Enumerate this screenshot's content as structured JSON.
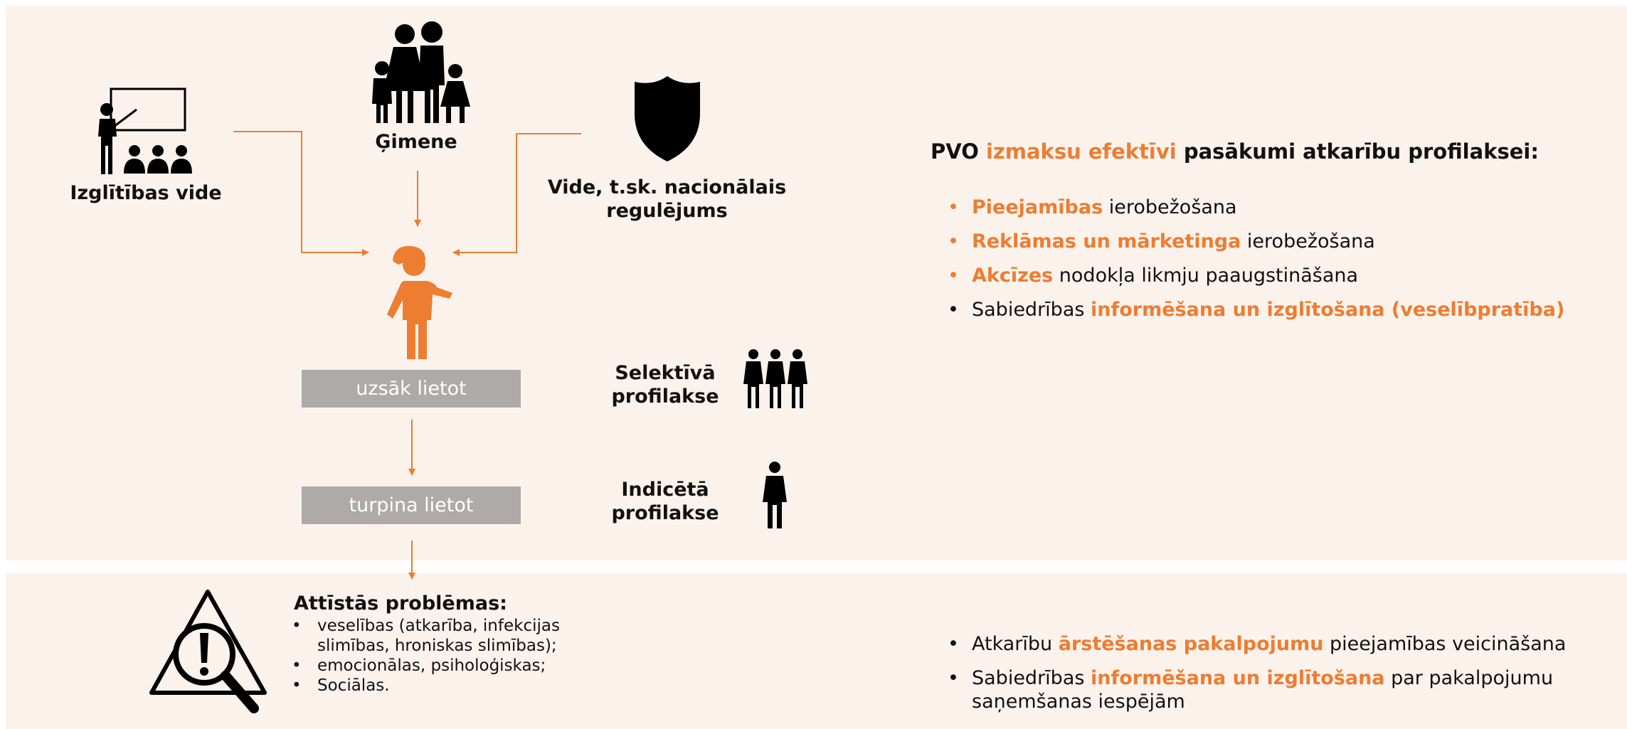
{
  "colors": {
    "accent": "#ed7d31",
    "panel_bg": "#fcf2ec",
    "box_bg": "#aeaaaa",
    "icon": "#000000"
  },
  "sources": {
    "education": "Izglītības vide",
    "family": "Ģimene",
    "environment_line1": "Vide, t.sk. nacionālais",
    "environment_line2": "regulējums"
  },
  "steps": {
    "start_using": "uzsāk lietot",
    "continue_using": "turpina lietot"
  },
  "prevention": {
    "selective_line1": "Selektīvā",
    "selective_line2": "profilakse",
    "indicated_line1": "Indicētā",
    "indicated_line2": "profilakse"
  },
  "who_section": {
    "heading_pre": "PVO ",
    "heading_accent": "izmaksu efektīvi",
    "heading_post": " pasākumi atkarību profilaksei:",
    "items": [
      {
        "bullet": "•",
        "bullet_color": "#ed7d31",
        "accent_text": "Pieejamības",
        "rest": " ierobežošana"
      },
      {
        "bullet": "•",
        "bullet_color": "#ed7d31",
        "accent_text": "Reklāmas un mārketinga",
        "rest": " ierobežošana"
      },
      {
        "bullet": "•",
        "bullet_color": "#ed7d31",
        "accent_text": "Akcīzes",
        "rest": " nodokļa likmju paaugstināšana"
      },
      {
        "bullet": "•",
        "bullet_color": "#000000",
        "pre": "Sabiedrības ",
        "accent_text": "informēšana un izglītošana (veselībpratība)"
      }
    ]
  },
  "problems": {
    "title": "Attīstās problēmas:",
    "items": [
      {
        "line1": "veselības (atkarība, infekcijas",
        "line2": "slimības, hroniskas slimības);"
      },
      {
        "line1": "emocionālas, psiholoģiskas;"
      },
      {
        "line1": "Sociālas."
      }
    ]
  },
  "treatment": {
    "item1_pre": "Atkarību ",
    "item1_accent": "ārstēšanas pakalpojumu",
    "item1_post": " pieejamības veicināšana",
    "item2_pre": "Sabiedrības ",
    "item2_accent": "informēšana un izglītošana",
    "item2_post": " par pakalpojumu",
    "item2_line2": "saņemšanas iespējām"
  },
  "icons": {
    "teacher": "teacher-classroom-icon",
    "family": "family-icon",
    "shield": "shield-icon",
    "child": "child-with-cap-icon",
    "group": "group-of-people-icon",
    "person": "single-person-icon",
    "warning": "warning-magnifier-icon"
  }
}
